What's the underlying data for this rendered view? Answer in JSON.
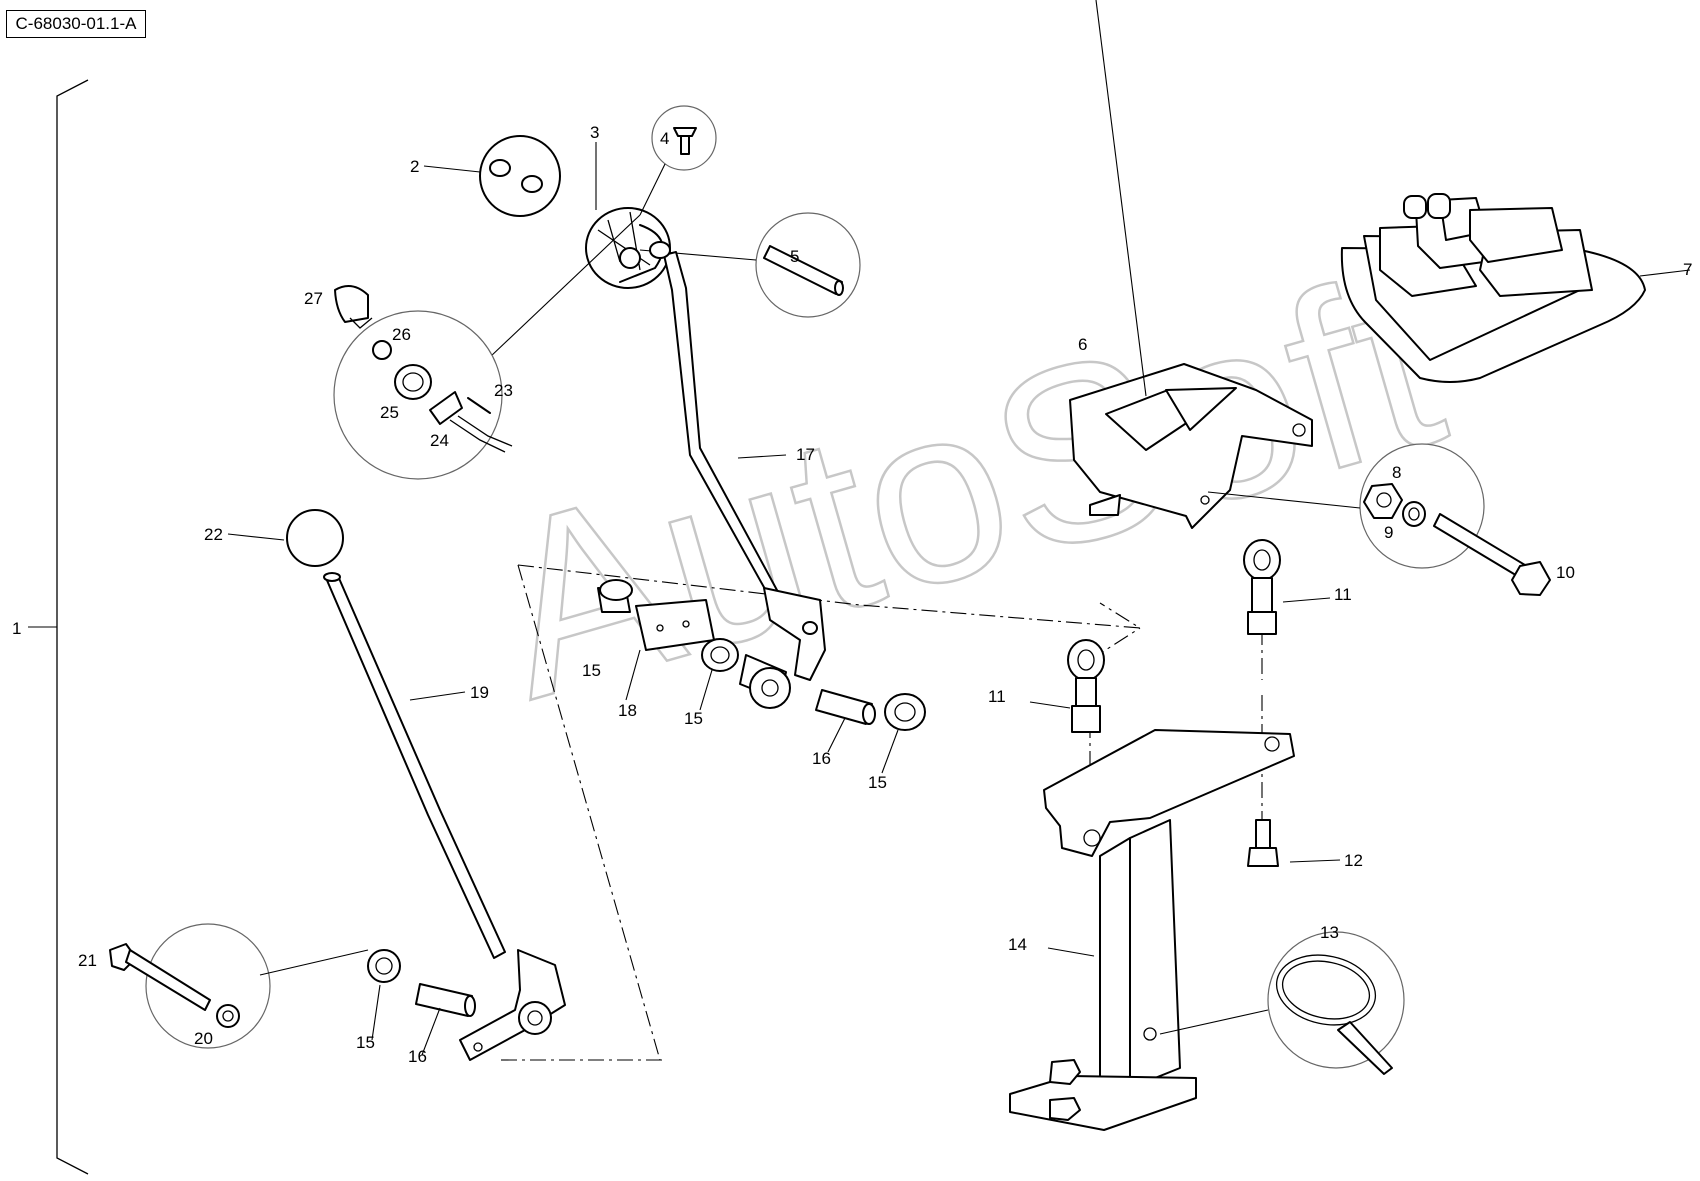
{
  "diagram": {
    "reference_code": "C-68030-01.1-A",
    "watermark": "AutoSoft"
  },
  "callouts": [
    {
      "id": "c1",
      "label": "1"
    },
    {
      "id": "c2",
      "label": "2"
    },
    {
      "id": "c3",
      "label": "3"
    },
    {
      "id": "c4",
      "label": "4"
    },
    {
      "id": "c5",
      "label": "5"
    },
    {
      "id": "c6",
      "label": "6"
    },
    {
      "id": "c7",
      "label": "7"
    },
    {
      "id": "c8",
      "label": "8"
    },
    {
      "id": "c9",
      "label": "9"
    },
    {
      "id": "c10",
      "label": "10"
    },
    {
      "id": "c11a",
      "label": "11"
    },
    {
      "id": "c11b",
      "label": "11"
    },
    {
      "id": "c12",
      "label": "12"
    },
    {
      "id": "c13",
      "label": "13"
    },
    {
      "id": "c14",
      "label": "14"
    },
    {
      "id": "c15a",
      "label": "15"
    },
    {
      "id": "c15b",
      "label": "15"
    },
    {
      "id": "c15c",
      "label": "15"
    },
    {
      "id": "c15d",
      "label": "15"
    },
    {
      "id": "c16a",
      "label": "16"
    },
    {
      "id": "c16b",
      "label": "16"
    },
    {
      "id": "c17",
      "label": "17"
    },
    {
      "id": "c18",
      "label": "18"
    },
    {
      "id": "c19",
      "label": "19"
    },
    {
      "id": "c20",
      "label": "20"
    },
    {
      "id": "c21",
      "label": "21"
    },
    {
      "id": "c22",
      "label": "22"
    },
    {
      "id": "c23",
      "label": "23"
    },
    {
      "id": "c24",
      "label": "24"
    },
    {
      "id": "c25",
      "label": "25"
    },
    {
      "id": "c26",
      "label": "26"
    },
    {
      "id": "c27",
      "label": "27"
    }
  ]
}
